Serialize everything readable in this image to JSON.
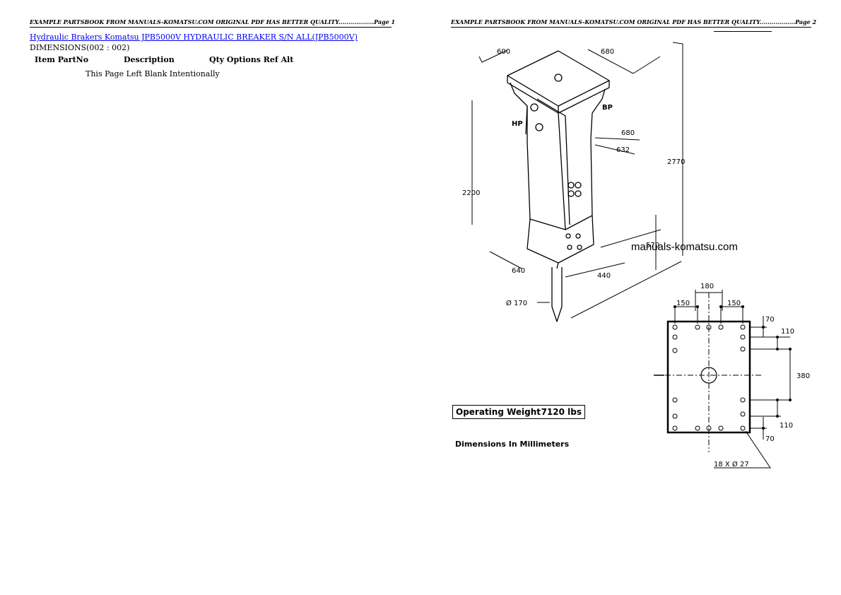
{
  "header": {
    "left": "EXAMPLE PARTSBOOK FROM MANUALS-KOMATSU.COM ORIGINAL PDF HAS BETTER QUALITY..................Page 1",
    "right": "EXAMPLE PARTSBOOK FROM MANUALS-KOMATSU.COM ORIGINAL PDF HAS BETTER QUALITY..................Page 2"
  },
  "doc": {
    "title_link": "Hydraulic Brakers Komatsu  JPB5000V HYDRAULIC BREAKER S/N ALL(JPB5000V)",
    "section": "DIMENSIONS(002 : 002)",
    "columns": {
      "item_partno": "Item PartNo",
      "description": "Description",
      "qty_options": "Qty Options Ref Alt"
    },
    "blank_message": "This Page Left Blank Intentionally"
  },
  "drawing": {
    "dims": {
      "top_width": "600",
      "top_depth": "680",
      "mid_680": "680",
      "mid_632": "632",
      "height_2200": "2200",
      "height_2770": "2770",
      "lower_570": "570",
      "bottom_640": "640",
      "bottom_440": "440",
      "tool_dia": "Ø 170",
      "hp": "HP",
      "bp": "BP"
    },
    "plate": {
      "top_180": "180",
      "top_150_left": "150",
      "top_150_right": "150",
      "r_70_top": "70",
      "r_110_top": "110",
      "r_380": "380",
      "r_110_bottom": "110",
      "r_70_bottom": "70",
      "holes": "18 X Ø 27"
    },
    "watermark": "manuals-komatsu.com",
    "weight_label": "Operating Weight",
    "weight_value": "7120 lbs",
    "units_note": "Dimensions In Millimeters"
  }
}
